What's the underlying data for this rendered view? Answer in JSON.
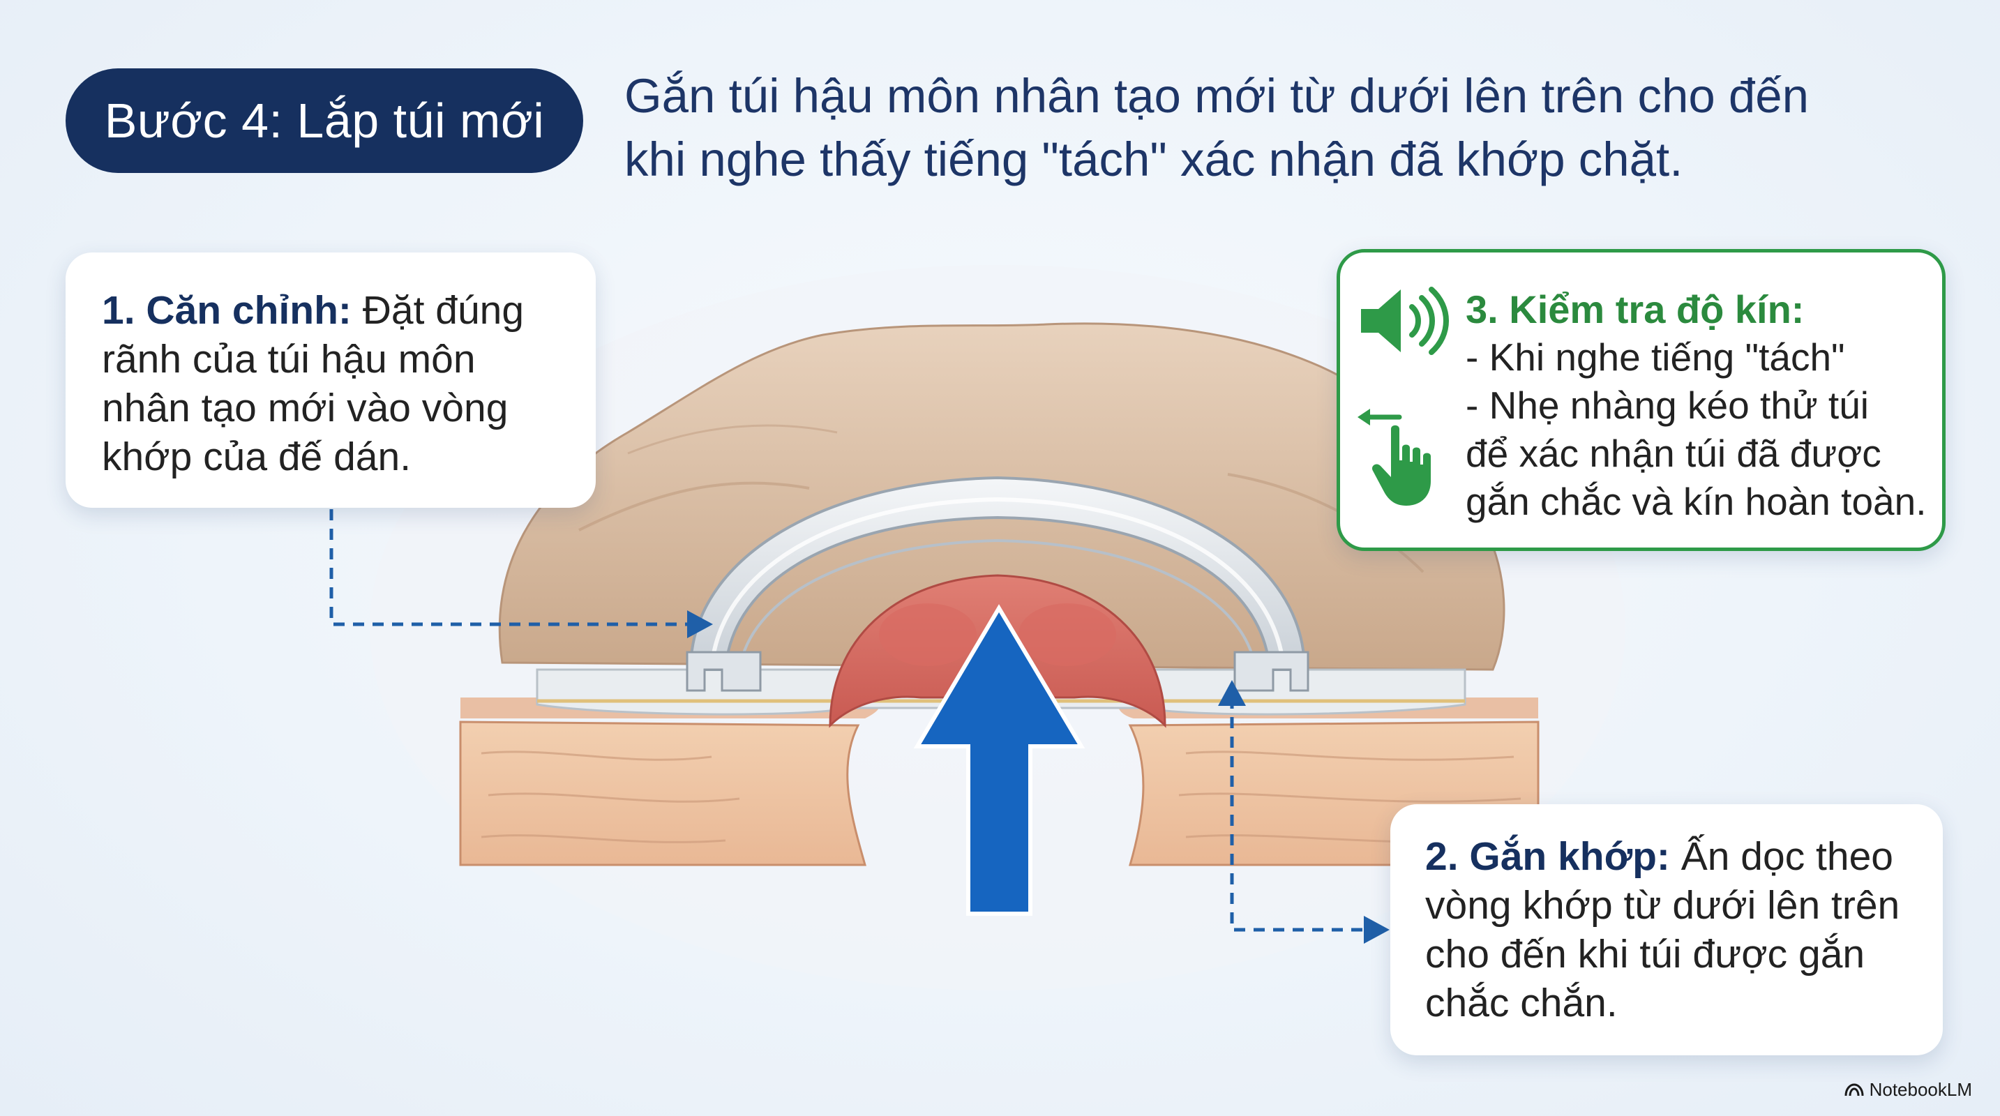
{
  "step_label": "Bước 4: Lắp túi mới",
  "headline": {
    "line1": "Gắn túi hậu môn nhân tạo mới từ dưới lên trên cho đến",
    "line2": "khi nghe thấy tiếng \"tách\" xác nhận đã khớp chặt."
  },
  "callouts": {
    "align": {
      "title": "1. Căn chỉnh:",
      "text": "Đặt đúng rãnh của túi hậu môn nhân tạo mới vào vòng khớp của đế dán."
    },
    "attach": {
      "title": "2. Gắn khớp:",
      "text": "Ấn dọc theo vòng khớp từ dưới lên trên cho đến khi túi được gắn chắc chắn."
    },
    "check": {
      "title": "3. Kiểm tra độ kín:",
      "line1": "- Khi nghe tiếng \"tách\"",
      "line2": "- Nhẹ nhàng kéo thử túi",
      "line3": "để xác nhận túi đã được",
      "line4": "gắn chắc và kín hoàn toàn."
    }
  },
  "icons": {
    "speaker": "speaker-sound-icon",
    "hand": "hand-pull-icon",
    "up_arrow": "up-arrow-icon"
  },
  "colors": {
    "navy": "#16305f",
    "green": "#2e9a48",
    "arrow_blue": "#1665c0"
  },
  "brand": "NotebookLM"
}
